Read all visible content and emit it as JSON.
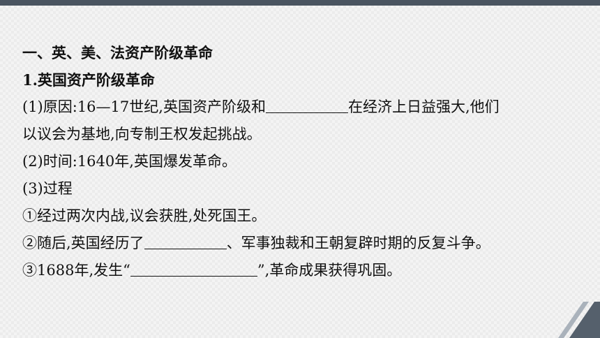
{
  "section": {
    "heading": "一、英、美、法资产阶级革命",
    "subheading": "1.英国资产阶级革命"
  },
  "items": {
    "cause_label": "(1)原因:16—17世纪,英国资产阶级和",
    "cause_rest_1": "在经济上日益强大,他们",
    "cause_rest_2": "以议会为基地,向专制王权发起挑战。",
    "time": "(2)时间:1640年,英国爆发革命。",
    "process_label": "(3)过程",
    "step1": "①经过两次内战,议会获胜,处死国王。",
    "step2_before": "②随后,英国经历了",
    "step2_after": "、军事独裁和王朝复辟时期的反复斗争。",
    "step3_before": "③1688年,发生“",
    "step3_after": "”,革命成果获得巩固。"
  },
  "colors": {
    "top_bar": "#4a5460",
    "corner_dark": "#55606c",
    "corner_light": "#aab2bb"
  }
}
